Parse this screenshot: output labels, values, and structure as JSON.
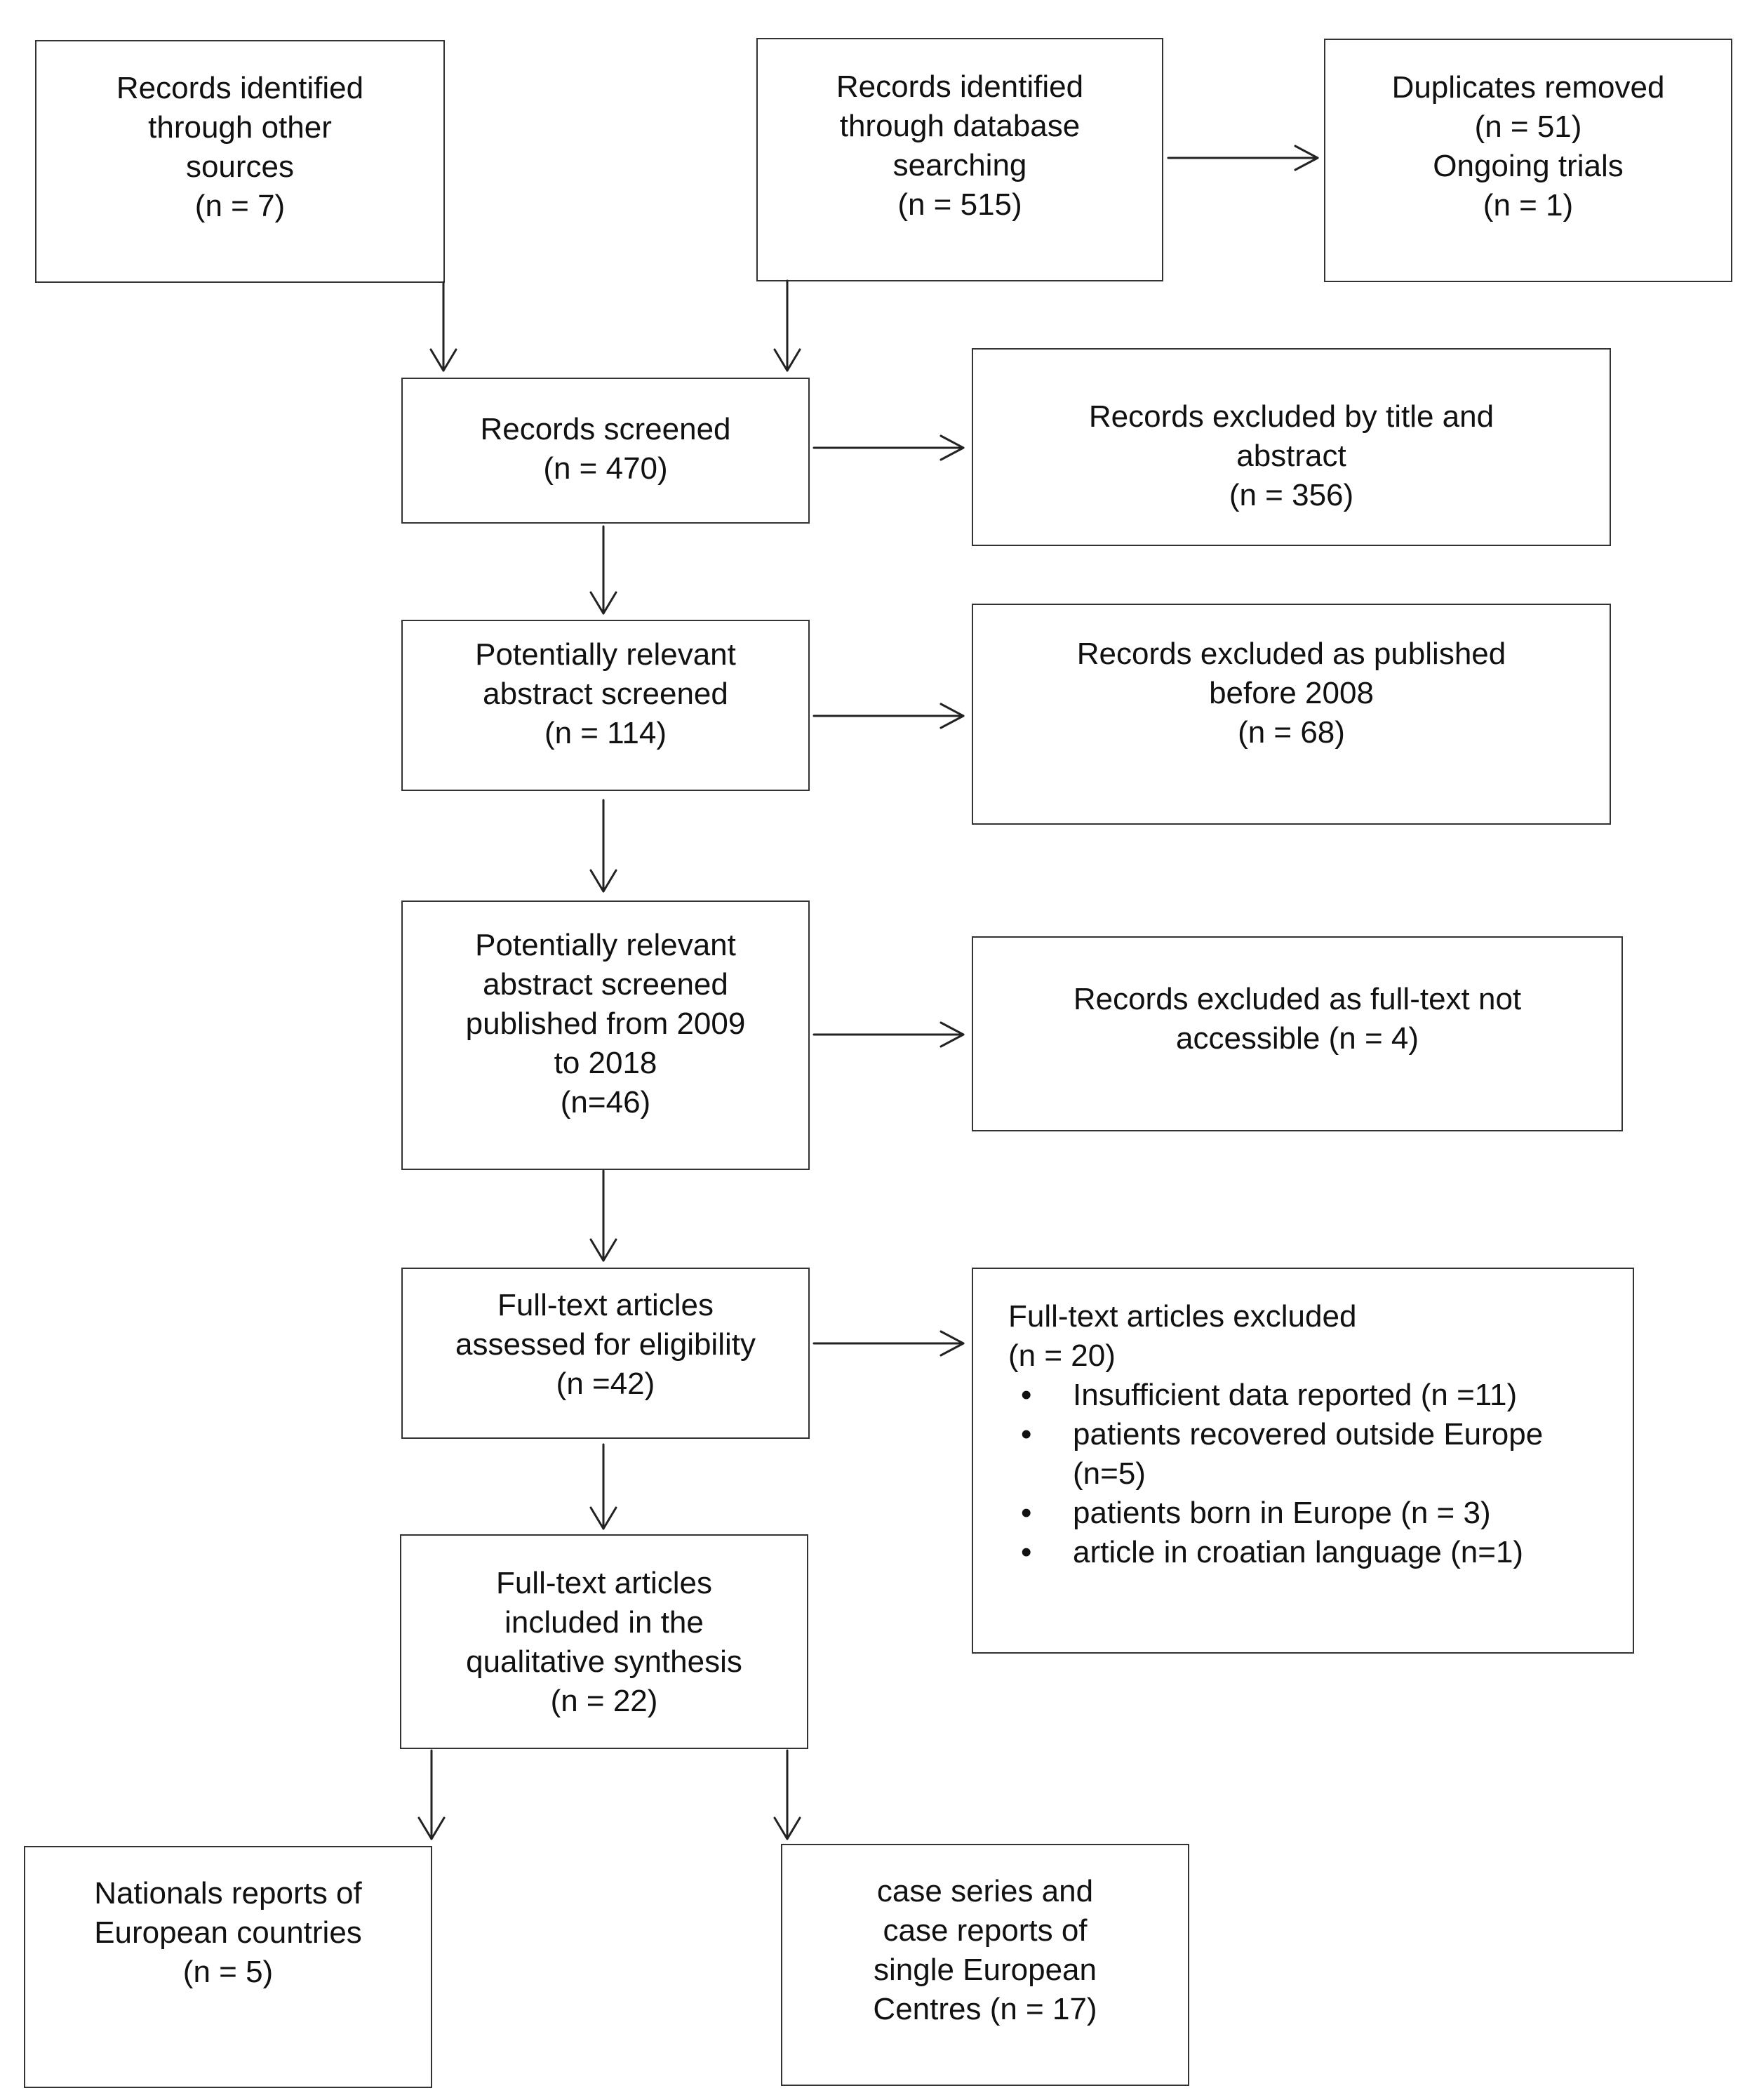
{
  "boxes": {
    "other_sources": [
      "Records identified",
      "through other",
      "sources",
      "(n = 7)"
    ],
    "database": [
      "Records identified",
      "through database",
      "searching",
      "(n = 515)"
    ],
    "duplicates": [
      "Duplicates removed",
      "(n = 51)",
      "Ongoing trials",
      "(n = 1)"
    ],
    "screened": [
      "Records screened",
      "(n = 470)"
    ],
    "excluded_title": [
      "Records excluded by title and",
      "abstract",
      "(n = 356)"
    ],
    "relevant": [
      "Potentially relevant",
      "abstract screened",
      "(n = 114)"
    ],
    "excluded_2008": [
      "Records excluded as published",
      "before 2008",
      "(n = 68)"
    ],
    "relevant_2009": [
      "Potentially relevant",
      "abstract screened",
      "published from 2009",
      "to 2018",
      "(n=46)"
    ],
    "excluded_fulltext": [
      "Records excluded as full-text not",
      "accessible (n = 4)"
    ],
    "eligibility": [
      "Full-text articles",
      "assessed for eligibility",
      "(n =42)"
    ],
    "included": [
      "Full-text articles",
      "included in the",
      "qualitative synthesis",
      "(n = 22)"
    ],
    "national": [
      "Nationals reports of",
      "European countries",
      "(n = 5)"
    ],
    "case_series": [
      "case series and",
      "case reports of",
      "single European",
      "Centres (n = 17)"
    ]
  },
  "excluded_articles": {
    "title": "Full-text articles excluded",
    "count": "(n = 20)",
    "reasons": [
      [
        "Insufficient data reported (n =11)"
      ],
      [
        "patients recovered outside Europe",
        "(n=5)"
      ],
      [
        "patients born in Europe (n = 3)"
      ],
      [
        "article in croatian language (n=1)"
      ]
    ]
  }
}
